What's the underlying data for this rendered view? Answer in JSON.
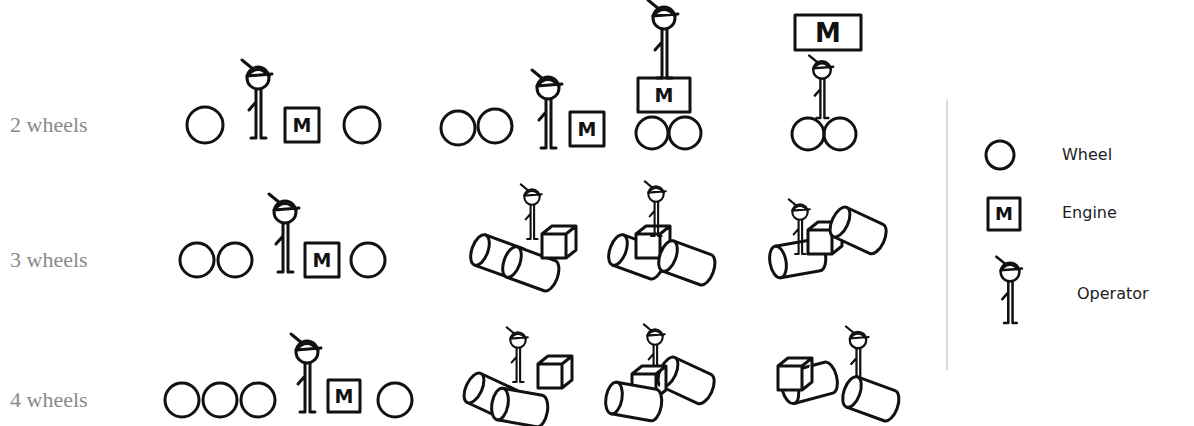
{
  "diagram": {
    "labels": [
      "2 wheels",
      "M",
      "M",
      "M",
      "M",
      "3 wheels",
      "M",
      "4 wheels",
      "M",
      "M"
    ],
    "legend": [
      {
        "text": "Wheel"
      },
      {
        "text": "Engine"
      },
      {
        "text": "Operator"
      }
    ]
  }
}
